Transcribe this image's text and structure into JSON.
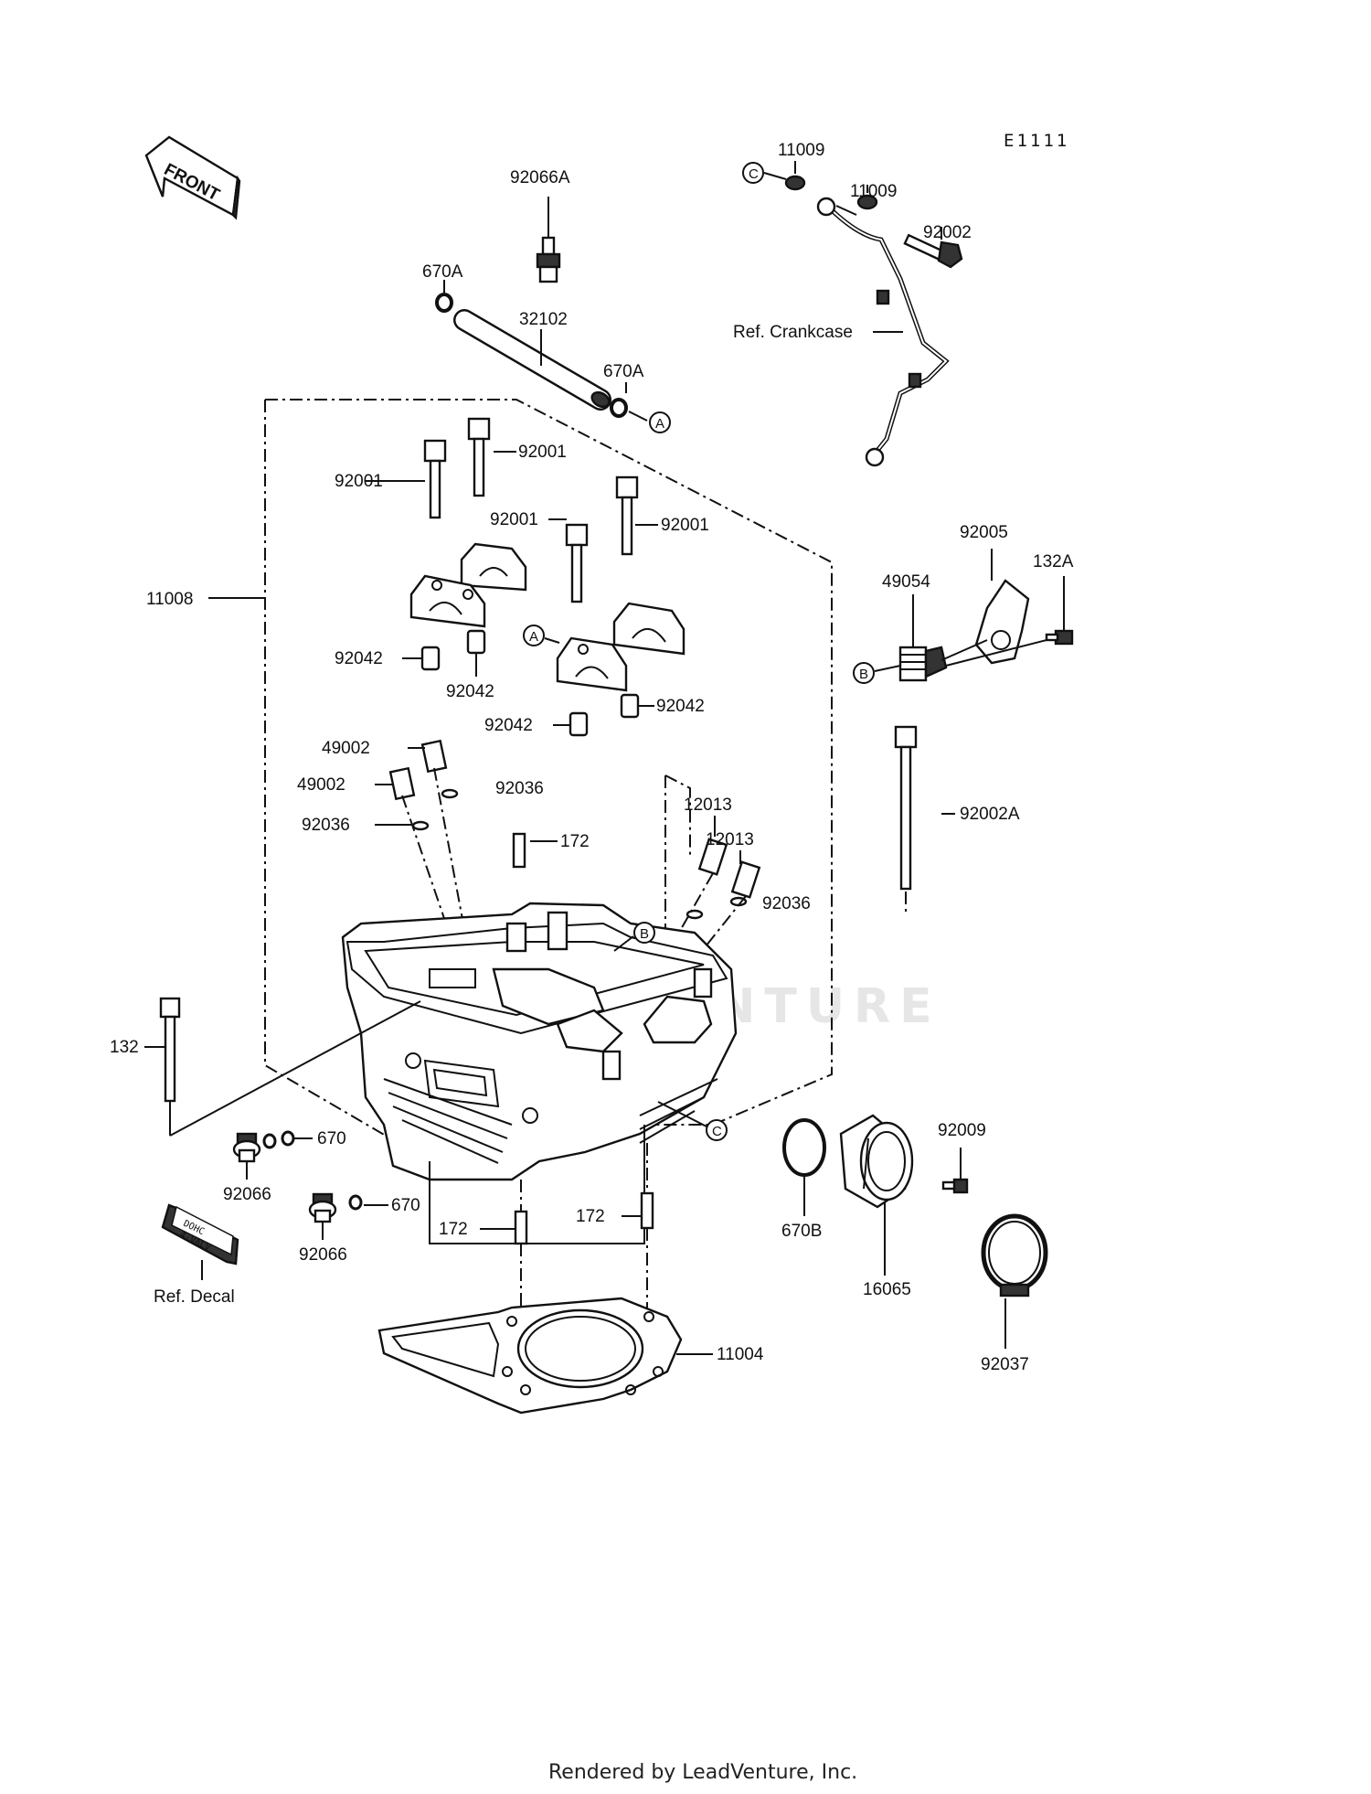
{
  "diagram_code": "E1111",
  "front_label": "FRONT",
  "watermark": "LEADVENTURE",
  "footer": "Rendered by LeadVenture, Inc.",
  "ref_markers": [
    "A",
    "B",
    "C"
  ],
  "references": {
    "crankcase": "Ref. Crankcase",
    "decal": "Ref. Decal"
  },
  "decal_text": [
    "DOHC",
    "4-VALV"
  ],
  "parts": {
    "p11009_a": "11009",
    "p11009_b": "11009",
    "p92002": "92002",
    "p92066A": "92066A",
    "p670A_a": "670A",
    "p32102": "32102",
    "p670A_b": "670A",
    "p92001_a": "92001",
    "p92001_b": "92001",
    "p92001_c": "92001",
    "p92001_d": "92001",
    "p11008": "11008",
    "p92005": "92005",
    "p132A": "132A",
    "p49054": "49054",
    "p92042_a": "92042",
    "p92042_b": "92042",
    "p92042_c": "92042",
    "p92042_d": "92042",
    "p49002_a": "49002",
    "p49002_b": "49002",
    "p92036_a": "92036",
    "p92036_b": "92036",
    "p92036_c": "92036",
    "p172_a": "172",
    "p12013_a": "12013",
    "p12013_b": "12013",
    "p92002A": "92002A",
    "p132": "132",
    "p670_a": "670",
    "p670_b": "670",
    "p92066_a": "92066",
    "p92066_b": "92066",
    "p172_b": "172",
    "p172_c": "172",
    "p92009": "92009",
    "p670B": "670B",
    "p16065": "16065",
    "p11004": "11004",
    "p92037": "92037"
  }
}
